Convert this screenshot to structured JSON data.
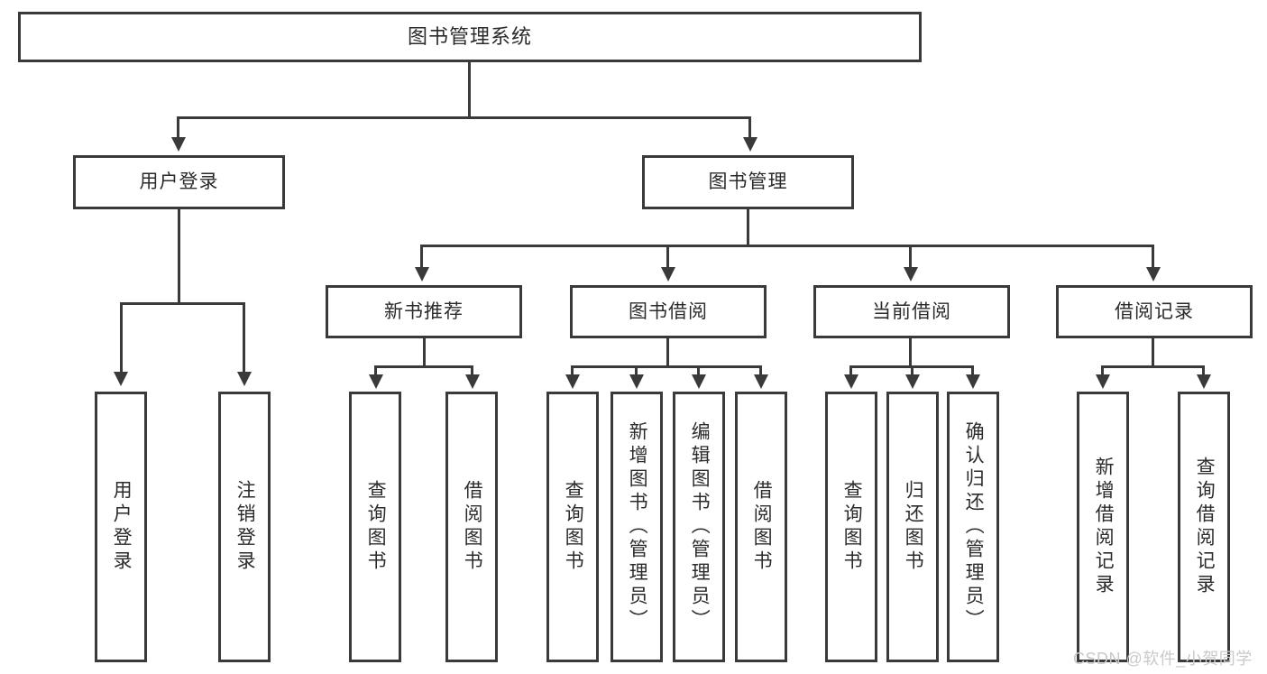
{
  "diagram": {
    "title": "图书管理系统",
    "watermark": "CSDN @软件_小贺同学",
    "colors": {
      "border": "#3a3a3a",
      "background": "#ffffff",
      "text": "#2b2b2b",
      "watermark": "#c9c9c9"
    },
    "levels": {
      "root": {
        "label": "图书管理系统"
      },
      "level2": [
        {
          "label": "用户登录"
        },
        {
          "label": "图书管理"
        }
      ],
      "level3": [
        {
          "label": "新书推荐"
        },
        {
          "label": "图书借阅"
        },
        {
          "label": "当前借阅"
        },
        {
          "label": "借阅记录"
        }
      ],
      "leaves": {
        "user_login": [
          {
            "label": "用户登录"
          },
          {
            "label": "注销登录"
          }
        ],
        "new_book_recommend": [
          {
            "label": "查询图书"
          },
          {
            "label": "借阅图书"
          }
        ],
        "book_borrow": [
          {
            "label": "查询图书"
          },
          {
            "label": "新增图书（管理员）"
          },
          {
            "label": "编辑图书（管理员）"
          },
          {
            "label": "借阅图书"
          }
        ],
        "current_borrow": [
          {
            "label": "查询图书"
          },
          {
            "label": "归还图书"
          },
          {
            "label": "确认归还（管理员）"
          }
        ],
        "borrow_record": [
          {
            "label": "新增借阅记录"
          },
          {
            "label": "查询借阅记录"
          }
        ]
      }
    }
  }
}
